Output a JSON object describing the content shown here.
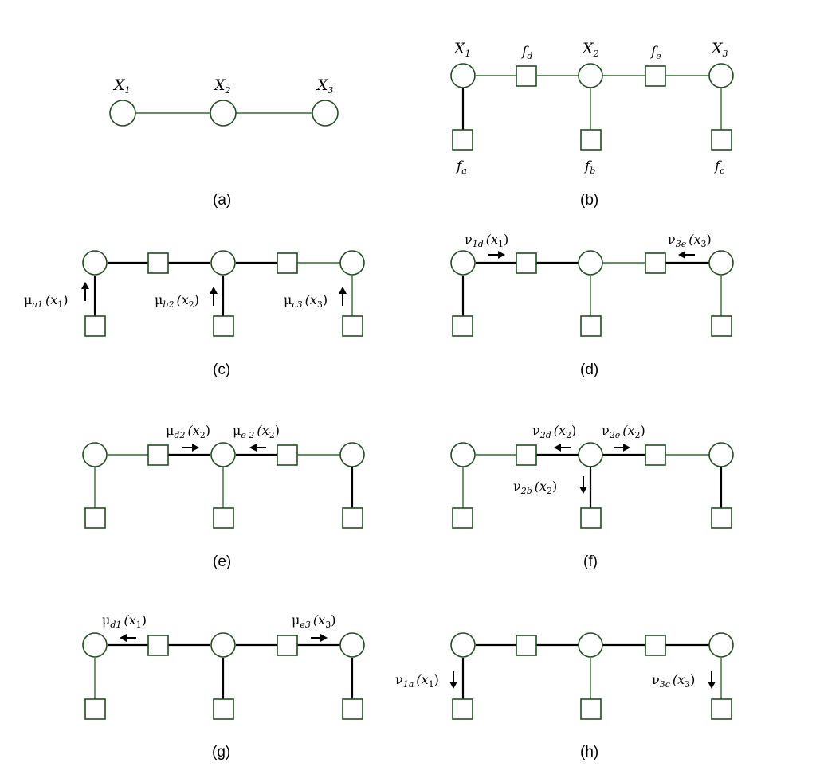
{
  "panel_a": {
    "caption": "(a)",
    "vars": [
      {
        "letter": "X",
        "sub": "1"
      },
      {
        "letter": "X",
        "sub": "2"
      },
      {
        "letter": "X",
        "sub": "3"
      }
    ]
  },
  "panel_b": {
    "caption": "(b)",
    "vars": [
      {
        "letter": "X",
        "sub": "1"
      },
      {
        "letter": "X",
        "sub": "2"
      },
      {
        "letter": "X",
        "sub": "3"
      }
    ],
    "factors": {
      "d": {
        "letter": "f",
        "sub": "d"
      },
      "e": {
        "letter": "f",
        "sub": "e"
      },
      "a": {
        "letter": "f",
        "sub": "a"
      },
      "b": {
        "letter": "f",
        "sub": "b"
      },
      "c": {
        "letter": "f",
        "sub": "c"
      }
    }
  },
  "panel_c": {
    "caption": "(c)",
    "messages": [
      {
        "sym": "μ",
        "sub": "a1",
        "arg": "(x",
        "argsub": "1",
        "close": ")"
      },
      {
        "sym": "μ",
        "sub": "b2",
        "arg": "(x",
        "argsub": "2",
        "close": ")"
      },
      {
        "sym": "μ",
        "sub": "c3",
        "arg": "(x",
        "argsub": "3",
        "close": ")"
      }
    ]
  },
  "panel_d": {
    "caption": "(d)",
    "messages": [
      {
        "sym": "ν",
        "sub": "1d",
        "arg": "(x",
        "argsub": "1",
        "close": ")"
      },
      {
        "sym": "ν",
        "sub": "3e",
        "arg": "(x",
        "argsub": "3",
        "close": ")"
      }
    ]
  },
  "panel_e": {
    "caption": "(e)",
    "messages": [
      {
        "sym": "μ",
        "sub": "d2",
        "arg": "(x",
        "argsub": "2",
        "close": ")"
      },
      {
        "sym": "μ",
        "sub": "e 2",
        "arg": "(x",
        "argsub": "2",
        "close": ")"
      }
    ]
  },
  "panel_f": {
    "caption": "(f)",
    "messages": [
      {
        "sym": "ν",
        "sub": "2d",
        "arg": "(x",
        "argsub": "2",
        "close": ")"
      },
      {
        "sym": "ν",
        "sub": "2e",
        "arg": "(x",
        "argsub": "2",
        "close": ")"
      },
      {
        "sym": "ν",
        "sub": "2b",
        "arg": "(x",
        "argsub": "2",
        "close": ")"
      }
    ]
  },
  "panel_g": {
    "caption": "(g)",
    "messages": [
      {
        "sym": "μ",
        "sub": "d1",
        "arg": "(x",
        "argsub": "1",
        "close": ")"
      },
      {
        "sym": "μ",
        "sub": "e3",
        "arg": "(x",
        "argsub": "3",
        "close": ")"
      }
    ]
  },
  "panel_h": {
    "caption": "(h)",
    "messages": [
      {
        "sym": "ν",
        "sub": "1a",
        "arg": "(x",
        "argsub": "1",
        "close": ")"
      },
      {
        "sym": "ν",
        "sub": "3c",
        "arg": "(x",
        "argsub": "3",
        "close": ")"
      }
    ]
  }
}
